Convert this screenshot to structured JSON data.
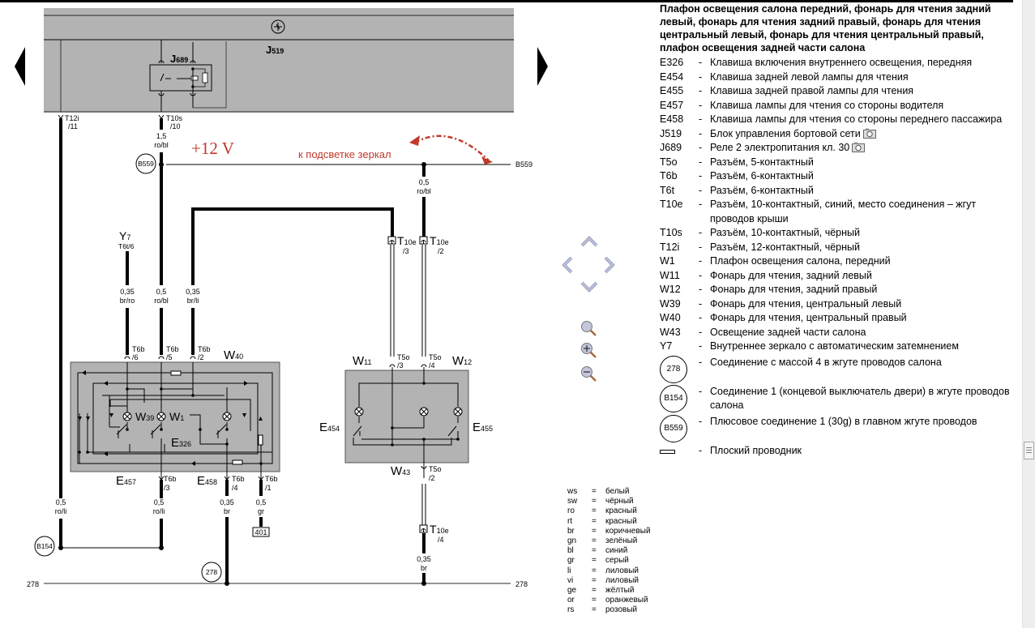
{
  "diagram": {
    "modules": {
      "j519": {
        "letter": "J",
        "sub": "519"
      },
      "j689": {
        "letter": "J",
        "sub": "689"
      },
      "w40": {
        "letter": "W",
        "sub": "40"
      },
      "w39": {
        "letter": "W",
        "sub": "39"
      },
      "w1": {
        "letter": "W",
        "sub": "1"
      },
      "e326": {
        "letter": "E",
        "sub": "326"
      },
      "e457": {
        "letter": "E",
        "sub": "457"
      },
      "e458": {
        "letter": "E",
        "sub": "458"
      },
      "w11": {
        "letter": "W",
        "sub": "11"
      },
      "w12": {
        "letter": "W",
        "sub": "12"
      },
      "w43": {
        "letter": "W",
        "sub": "43"
      },
      "e454": {
        "letter": "E",
        "sub": "454"
      },
      "e455": {
        "letter": "E",
        "sub": "455"
      },
      "y7": {
        "letter": "Y",
        "sub": "7"
      }
    },
    "connectors": {
      "t12i": {
        "name": "T12i",
        "pin": "/11"
      },
      "t10s": {
        "name": "T10s",
        "pin": "/10"
      },
      "t6t": {
        "label": "T6t/6"
      },
      "t6b_6": {
        "name": "T6b",
        "pin": "/6"
      },
      "t6b_5": {
        "name": "T6b",
        "pin": "/5"
      },
      "t6b_2": {
        "name": "T6b",
        "pin": "/2"
      },
      "t6b_3": {
        "name": "T6b",
        "pin": "/3"
      },
      "t6b_4": {
        "name": "T6b",
        "pin": "/4"
      },
      "t6b_1": {
        "name": "T6b",
        "pin": "/1"
      },
      "t10e_3": {
        "name": "T",
        "sub": "10e",
        "pin": "/3"
      },
      "t10e_2": {
        "name": "T",
        "sub": "10e",
        "pin": "/2"
      },
      "t10e_4": {
        "name": "T",
        "sub": "10e",
        "pin": "/4"
      },
      "t5o_3": {
        "name": "T5o",
        "pin": "/3"
      },
      "t5o_4": {
        "name": "T5o",
        "pin": "/4"
      },
      "t5o_2": {
        "name": "T5o",
        "pin": "/2"
      }
    },
    "wires": {
      "w_t10s": {
        "size": "1,5",
        "color": "ro/bl"
      },
      "w_b559_right": {
        "size": "0,5",
        "color": "ro/bl"
      },
      "w_y7": {
        "size": "0,35",
        "color": "br/ro"
      },
      "w_t6b5": {
        "size": "0,5",
        "color": "ro/bl"
      },
      "w_t6b2": {
        "size": "0,35",
        "color": "br/li"
      },
      "w_t12i": {
        "size": "0,5",
        "color": "ro/li"
      },
      "w_t6b3": {
        "size": "0,5",
        "color": "ro/li"
      },
      "w_t6b4": {
        "size": "0,35",
        "color": "br"
      },
      "w_t6b1": {
        "size": "0,5",
        "color": "gr"
      },
      "w_t10e4": {
        "size": "0,35",
        "color": "br"
      }
    },
    "nodes": {
      "b559": "B559",
      "b559_right": "B559",
      "b154": "B154",
      "n278": "278",
      "ground_left": "278",
      "ground_right": "278",
      "ref401": "401"
    },
    "annotations": {
      "voltage": "+12 V",
      "mirror_note": "к подсветке зеркал",
      "annotation_color": "#c0392b"
    }
  },
  "navigation": {
    "prev": "previous-page",
    "next": "next-page",
    "pan": [
      "up",
      "left",
      "right",
      "down"
    ],
    "zoom": [
      "zoom-fit",
      "zoom-in",
      "zoom-out"
    ]
  },
  "legend": {
    "title": "Плафон освещения салона передний, фонарь для чтения задний левый, фонарь для чтения задний правый, фонарь для чтения центральный левый, фонарь для чтения центральный правый, плафон освещения задней части салона",
    "items": [
      {
        "code": "E326",
        "desc": "Клавиша включения внутреннего освещения, передняя"
      },
      {
        "code": "E454",
        "desc": "Клавиша задней левой лампы для чтения"
      },
      {
        "code": "E455",
        "desc": "Клавиша задней правой лампы для чтения"
      },
      {
        "code": "E457",
        "desc": "Клавиша лампы для чтения со стороны водителя"
      },
      {
        "code": "E458",
        "desc": "Клавиша лампы для чтения со стороны переднего пассажира"
      },
      {
        "code": "J519",
        "desc": "Блок управления бортовой сети",
        "photo": true
      },
      {
        "code": "J689",
        "desc": "Реле 2 электропитания кл. 30",
        "photo": true
      },
      {
        "code": "T5o",
        "desc": "Разъём, 5-контактный"
      },
      {
        "code": "T6b",
        "desc": "Разъём, 6-контактный"
      },
      {
        "code": "T6t",
        "desc": "Разъём, 6-контактный"
      },
      {
        "code": "T10e",
        "desc": "Разъём, 10-контактный, синий, место соединения – жгут проводов крыши"
      },
      {
        "code": "T10s",
        "desc": "Разъём, 10-контактный, чёрный"
      },
      {
        "code": "T12i",
        "desc": "Разъём, 12-контактный, чёрный"
      },
      {
        "code": "W1",
        "desc": "Плафон освещения салона, передний"
      },
      {
        "code": "W11",
        "desc": "Фонарь для чтения, задний левый"
      },
      {
        "code": "W12",
        "desc": "Фонарь для чтения, задний правый"
      },
      {
        "code": "W39",
        "desc": "Фонарь для чтения, центральный левый"
      },
      {
        "code": "W40",
        "desc": "Фонарь для чтения, центральный правый"
      },
      {
        "code": "W43",
        "desc": "Освещение задней части салона"
      },
      {
        "code": "Y7",
        "desc": "Внутреннее зеркало с автоматическим затемнением"
      }
    ],
    "symbols": [
      {
        "symbol": "278",
        "desc": "Соединение с массой 4 в жгуте проводов салона"
      },
      {
        "symbol": "B154",
        "desc": "Соединение 1 (концевой выключатель двери) в жгуте проводов салона"
      },
      {
        "symbol": "B559",
        "desc": "Плюсовое соединение 1 (30g) в главном жгуте проводов"
      },
      {
        "symbol": "flat-conductor",
        "desc": "Плоский проводник"
      }
    ]
  },
  "color_codes": [
    {
      "code": "ws",
      "name": "белый"
    },
    {
      "code": "sw",
      "name": "чёрный"
    },
    {
      "code": "ro",
      "name": "красный"
    },
    {
      "code": "rt",
      "name": "красный"
    },
    {
      "code": "br",
      "name": "коричневый"
    },
    {
      "code": "gn",
      "name": "зелёный"
    },
    {
      "code": "bl",
      "name": "синий"
    },
    {
      "code": "gr",
      "name": "серый"
    },
    {
      "code": "li",
      "name": "лиловый"
    },
    {
      "code": "vi",
      "name": "лиловый"
    },
    {
      "code": "ge",
      "name": "жёлтый"
    },
    {
      "code": "or",
      "name": "оранжевый"
    },
    {
      "code": "rs",
      "name": "розовый"
    }
  ],
  "equals": "="
}
